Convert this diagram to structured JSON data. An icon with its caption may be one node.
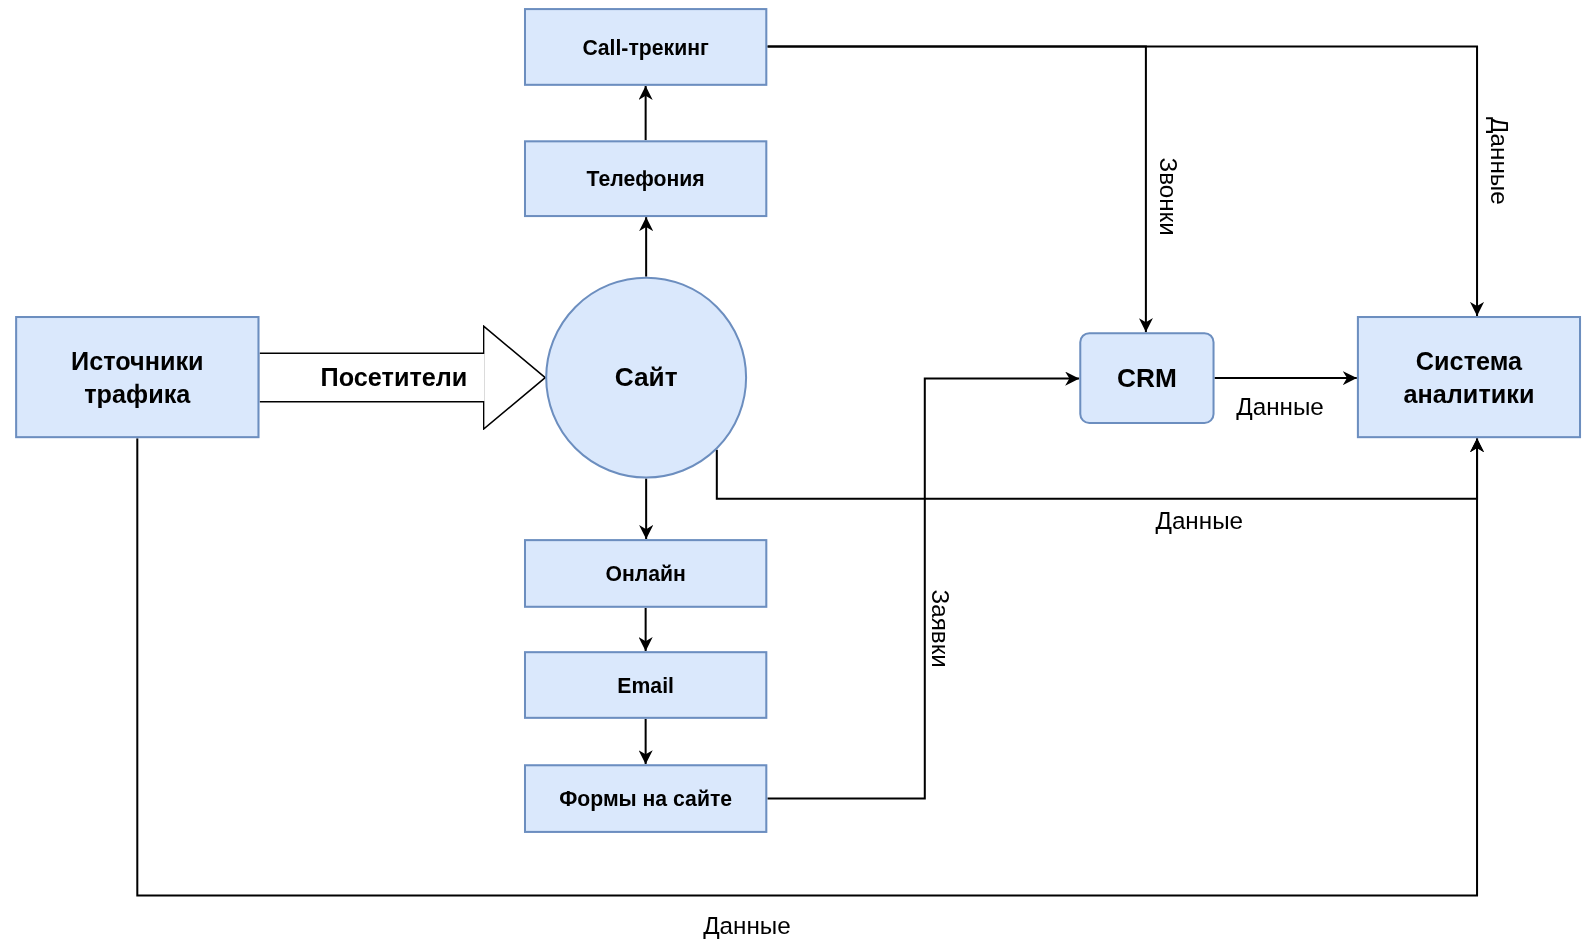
{
  "diagram": {
    "nodes": [
      {
        "text": [
          "Источники трафика"
        ]
      },
      {
        "text": [
          "Call-трекинг"
        ]
      },
      {
        "text": [
          "Телефония"
        ]
      },
      {
        "text": [
          "Сайт"
        ]
      },
      {
        "text": [
          "Онлайн"
        ]
      },
      {
        "text": [
          "Email"
        ]
      },
      {
        "text": [
          "Формы на сайте"
        ]
      },
      {
        "text": [
          "CRM"
        ]
      },
      {
        "text": [
          "Система аналитики"
        ]
      }
    ],
    "edges": [
      {
        "from": 0,
        "to": 3,
        "arrow": "to",
        "label": "Посетители",
        "style": "thick"
      },
      {
        "from": 3,
        "to": 2,
        "arrow": "to"
      },
      {
        "from": 2,
        "to": 1,
        "arrow": "to"
      },
      {
        "from": 3,
        "to": 4,
        "arrow": "to"
      },
      {
        "from": 4,
        "to": 5,
        "arrow": "to"
      },
      {
        "from": 5,
        "to": 6,
        "arrow": "to"
      },
      {
        "from": 1,
        "to": 7,
        "arrow": "to",
        "label": "Звонки"
      },
      {
        "from": 1,
        "to": 8,
        "arrow": "to",
        "label": "Данные"
      },
      {
        "from": 6,
        "to": 7,
        "arrow": "to",
        "label": "Заявки"
      },
      {
        "from": 7,
        "to": 8,
        "arrow": "to",
        "label": "Данные"
      },
      {
        "from": 3,
        "to": 8,
        "arrow": "to",
        "label": "Данные"
      },
      {
        "from": 0,
        "to": 8,
        "arrow": "to",
        "label": "Данные"
      }
    ]
  }
}
